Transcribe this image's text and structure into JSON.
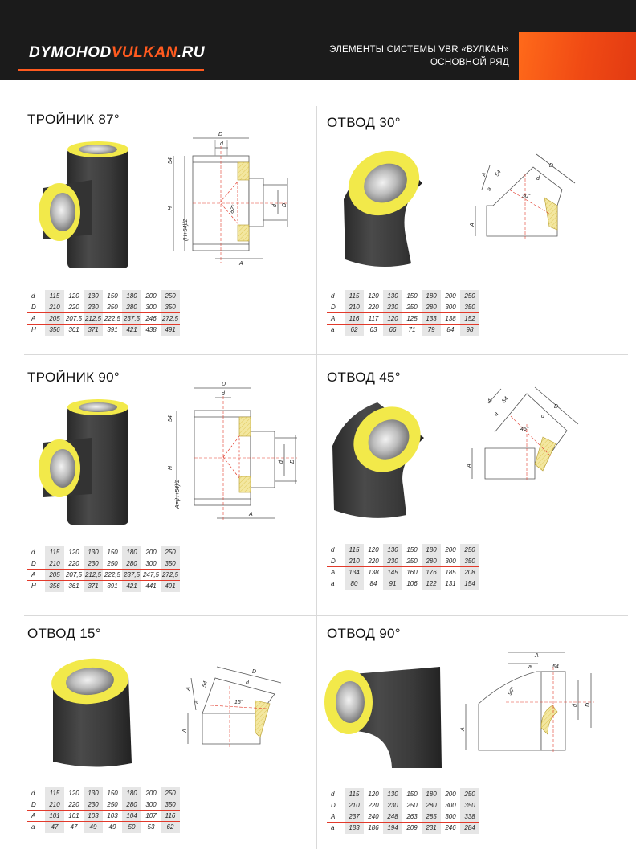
{
  "header": {
    "logo_part1": "DYMOHOD",
    "logo_part2": "VULKAN",
    "logo_part3": ".RU",
    "title_line1": "ЭЛЕМЕНТЫ СИСТЕМЫ VBR «ВУЛКАН»",
    "title_line2": "ОСНОВНОЙ РЯД"
  },
  "colors": {
    "accent": "#ff5a1f",
    "table_rule": "#e23a2b",
    "insulation": "#f2e94a",
    "pipe": "#3a3a3a"
  },
  "sections": {
    "tee87": {
      "title": "ТРОЙНИК 87°",
      "labels": {
        "D": "D",
        "d": "d",
        "H": "H",
        "A": "A",
        "half": "(H+54)/2",
        "dim54": "54",
        "angle": "87°"
      },
      "table": {
        "rows": [
          {
            "label": "d",
            "values": [
              "115",
              "120",
              "130",
              "150",
              "180",
              "200",
              "250"
            ]
          },
          {
            "label": "D",
            "values": [
              "210",
              "220",
              "230",
              "250",
              "280",
              "300",
              "350"
            ]
          },
          {
            "label": "A",
            "values": [
              "205",
              "207,5",
              "212,5",
              "222,5",
              "237,5",
              "246",
              "272,5"
            ]
          },
          {
            "label": "H",
            "values": [
              "356",
              "361",
              "371",
              "391",
              "421",
              "438",
              "491"
            ]
          }
        ]
      }
    },
    "tee90": {
      "title": "ТРОЙНИК 90°",
      "labels": {
        "D": "D",
        "d": "d",
        "H": "H",
        "A": "A",
        "half": "A=(H+54)/2",
        "dim54": "54"
      },
      "table": {
        "rows": [
          {
            "label": "d",
            "values": [
              "115",
              "120",
              "130",
              "150",
              "180",
              "200",
              "250"
            ]
          },
          {
            "label": "D",
            "values": [
              "210",
              "220",
              "230",
              "250",
              "280",
              "300",
              "350"
            ]
          },
          {
            "label": "A",
            "values": [
              "205",
              "207,5",
              "212,5",
              "222,5",
              "237,5",
              "247,5",
              "272,5"
            ]
          },
          {
            "label": "H",
            "values": [
              "356",
              "361",
              "371",
              "391",
              "421",
              "441",
              "491"
            ]
          }
        ]
      }
    },
    "elbow15": {
      "title": "ОТВОД 15°",
      "labels": {
        "D": "D",
        "d": "d",
        "A": "A",
        "a": "a",
        "dim54": "54",
        "angle": "15°"
      },
      "table": {
        "rows": [
          {
            "label": "d",
            "values": [
              "115",
              "120",
              "130",
              "150",
              "180",
              "200",
              "250"
            ]
          },
          {
            "label": "D",
            "values": [
              "210",
              "220",
              "230",
              "250",
              "280",
              "300",
              "350"
            ]
          },
          {
            "label": "A",
            "values": [
              "101",
              "101",
              "103",
              "103",
              "104",
              "107",
              "116"
            ]
          },
          {
            "label": "a",
            "values": [
              "47",
              "47",
              "49",
              "49",
              "50",
              "53",
              "62"
            ]
          }
        ]
      }
    },
    "elbow30": {
      "title": "ОТВОД 30°",
      "labels": {
        "D": "D",
        "d": "d",
        "A": "A",
        "a": "a",
        "dim54": "54",
        "angle": "30°"
      },
      "table": {
        "rows": [
          {
            "label": "d",
            "values": [
              "115",
              "120",
              "130",
              "150",
              "180",
              "200",
              "250"
            ]
          },
          {
            "label": "D",
            "values": [
              "210",
              "220",
              "230",
              "250",
              "280",
              "300",
              "350"
            ]
          },
          {
            "label": "A",
            "values": [
              "116",
              "117",
              "120",
              "125",
              "133",
              "138",
              "152"
            ]
          },
          {
            "label": "a",
            "values": [
              "62",
              "63",
              "66",
              "71",
              "79",
              "84",
              "98"
            ]
          }
        ]
      }
    },
    "elbow45": {
      "title": "ОТВОД 45°",
      "labels": {
        "D": "D",
        "d": "d",
        "A": "A",
        "a": "a",
        "dim54": "54",
        "angle": "45°"
      },
      "table": {
        "rows": [
          {
            "label": "d",
            "values": [
              "115",
              "120",
              "130",
              "150",
              "180",
              "200",
              "250"
            ]
          },
          {
            "label": "D",
            "values": [
              "210",
              "220",
              "230",
              "250",
              "280",
              "300",
              "350"
            ]
          },
          {
            "label": "A",
            "values": [
              "134",
              "138",
              "145",
              "160",
              "176",
              "185",
              "208"
            ]
          },
          {
            "label": "a",
            "values": [
              "80",
              "84",
              "91",
              "106",
              "122",
              "131",
              "154"
            ]
          }
        ]
      }
    },
    "elbow90": {
      "title": "ОТВОД 90°",
      "labels": {
        "D": "D",
        "d": "d",
        "A": "A",
        "a": "a",
        "dim54": "54",
        "angle": "90°"
      },
      "table": {
        "rows": [
          {
            "label": "d",
            "values": [
              "115",
              "120",
              "130",
              "150",
              "180",
              "200",
              "250"
            ]
          },
          {
            "label": "D",
            "values": [
              "210",
              "220",
              "230",
              "250",
              "280",
              "300",
              "350"
            ]
          },
          {
            "label": "A",
            "values": [
              "237",
              "240",
              "248",
              "263",
              "285",
              "300",
              "338"
            ]
          },
          {
            "label": "a",
            "values": [
              "183",
              "186",
              "194",
              "209",
              "231",
              "246",
              "284"
            ]
          }
        ]
      }
    }
  }
}
